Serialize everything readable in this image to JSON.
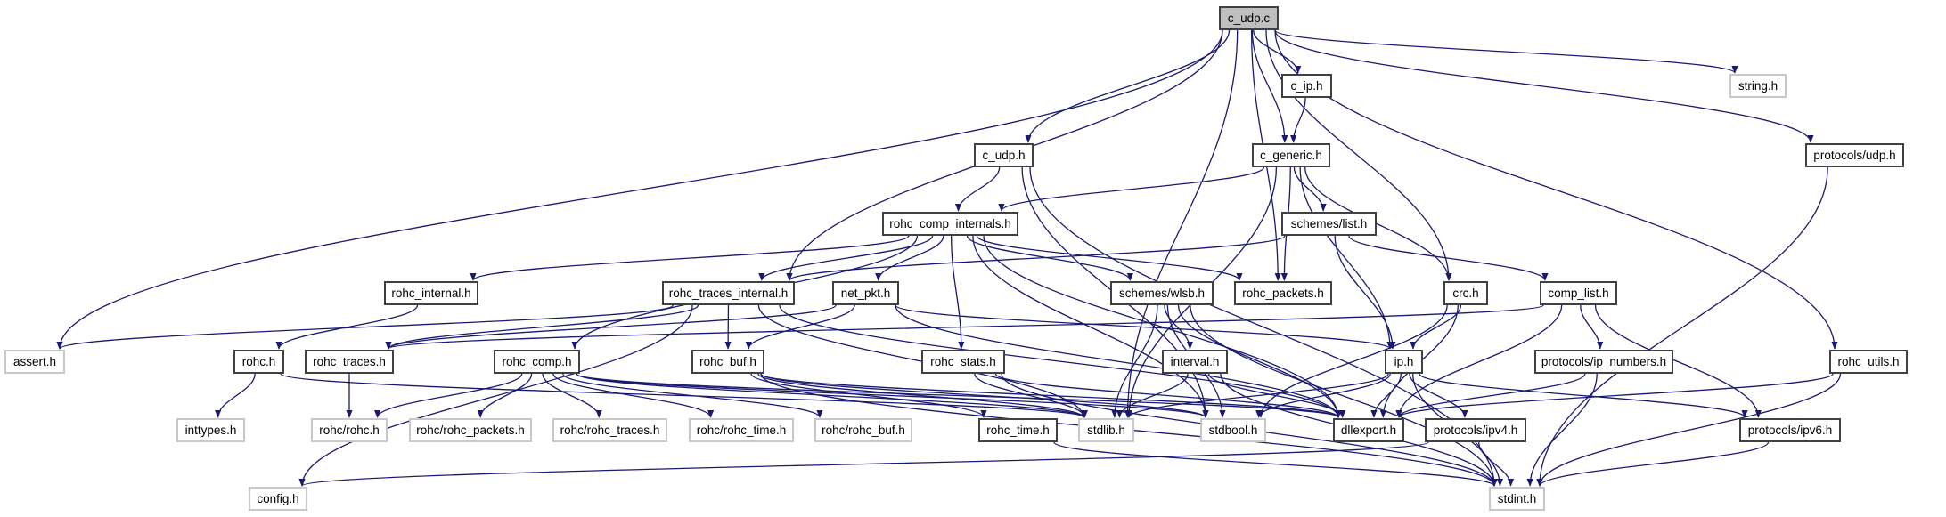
{
  "colors": {
    "edge": "#191970",
    "root_fill": "#bfbfbf",
    "node_border": "#404040",
    "external_border": "#c8c8c8"
  },
  "nodes": [
    {
      "id": "c_udp_c",
      "label": "c_udp.c",
      "kind": "root"
    },
    {
      "id": "c_ip_h",
      "label": "c_ip.h",
      "kind": "doc"
    },
    {
      "id": "string_h",
      "label": "string.h",
      "kind": "ext"
    },
    {
      "id": "c_udp_h",
      "label": "c_udp.h",
      "kind": "doc"
    },
    {
      "id": "c_generic_h",
      "label": "c_generic.h",
      "kind": "doc"
    },
    {
      "id": "protocols_udp_h",
      "label": "protocols/udp.h",
      "kind": "doc"
    },
    {
      "id": "rohc_comp_internals_h",
      "label": "rohc_comp_internals.h",
      "kind": "doc"
    },
    {
      "id": "schemes_list_h",
      "label": "schemes/list.h",
      "kind": "doc"
    },
    {
      "id": "rohc_internal_h",
      "label": "rohc_internal.h",
      "kind": "doc"
    },
    {
      "id": "rohc_traces_internal_h",
      "label": "rohc_traces_internal.h",
      "kind": "doc"
    },
    {
      "id": "net_pkt_h",
      "label": "net_pkt.h",
      "kind": "doc"
    },
    {
      "id": "schemes_wlsb_h",
      "label": "schemes/wlsb.h",
      "kind": "doc"
    },
    {
      "id": "rohc_packets_h",
      "label": "rohc_packets.h",
      "kind": "doc"
    },
    {
      "id": "crc_h",
      "label": "crc.h",
      "kind": "doc"
    },
    {
      "id": "comp_list_h",
      "label": "comp_list.h",
      "kind": "doc"
    },
    {
      "id": "assert_h",
      "label": "assert.h",
      "kind": "ext"
    },
    {
      "id": "rohc_h",
      "label": "rohc.h",
      "kind": "doc"
    },
    {
      "id": "rohc_traces_h",
      "label": "rohc_traces.h",
      "kind": "doc"
    },
    {
      "id": "rohc_comp_h",
      "label": "rohc_comp.h",
      "kind": "doc"
    },
    {
      "id": "rohc_buf_h",
      "label": "rohc_buf.h",
      "kind": "doc"
    },
    {
      "id": "rohc_stats_h",
      "label": "rohc_stats.h",
      "kind": "doc"
    },
    {
      "id": "interval_h",
      "label": "interval.h",
      "kind": "doc"
    },
    {
      "id": "ip_h",
      "label": "ip.h",
      "kind": "doc"
    },
    {
      "id": "protocols_ip_numbers_h",
      "label": "protocols/ip_numbers.h",
      "kind": "doc"
    },
    {
      "id": "rohc_utils_h",
      "label": "rohc_utils.h",
      "kind": "doc"
    },
    {
      "id": "inttypes_h",
      "label": "inttypes.h",
      "kind": "ext"
    },
    {
      "id": "rohc_rohc_h",
      "label": "rohc/rohc.h",
      "kind": "ext"
    },
    {
      "id": "rohc_rohc_packets_h",
      "label": "rohc/rohc_packets.h",
      "kind": "ext"
    },
    {
      "id": "rohc_rohc_traces_h",
      "label": "rohc/rohc_traces.h",
      "kind": "ext"
    },
    {
      "id": "rohc_rohc_time_h",
      "label": "rohc/rohc_time.h",
      "kind": "ext"
    },
    {
      "id": "rohc_rohc_buf_h",
      "label": "rohc/rohc_buf.h",
      "kind": "ext"
    },
    {
      "id": "rohc_time_h",
      "label": "rohc_time.h",
      "kind": "doc"
    },
    {
      "id": "stdlib_h",
      "label": "stdlib.h",
      "kind": "ext"
    },
    {
      "id": "stdbool_h",
      "label": "stdbool.h",
      "kind": "ext"
    },
    {
      "id": "dllexport_h",
      "label": "dllexport.h",
      "kind": "doc"
    },
    {
      "id": "protocols_ipv4_h",
      "label": "protocols/ipv4.h",
      "kind": "doc"
    },
    {
      "id": "protocols_ipv6_h",
      "label": "protocols/ipv6.h",
      "kind": "doc"
    },
    {
      "id": "config_h",
      "label": "config.h",
      "kind": "ext"
    },
    {
      "id": "stdint_h",
      "label": "stdint.h",
      "kind": "ext"
    }
  ],
  "edges": [
    [
      "c_udp_c",
      "c_udp_h"
    ],
    [
      "c_udp_c",
      "c_ip_h"
    ],
    [
      "c_udp_c",
      "c_generic_h"
    ],
    [
      "c_udp_c",
      "rohc_traces_internal_h"
    ],
    [
      "c_udp_c",
      "rohc_packets_h"
    ],
    [
      "c_udp_c",
      "crc_h"
    ],
    [
      "c_udp_c",
      "rohc_utils_h"
    ],
    [
      "c_udp_c",
      "protocols_udp_h"
    ],
    [
      "c_udp_c",
      "string_h"
    ],
    [
      "c_udp_c",
      "assert_h"
    ],
    [
      "c_udp_c",
      "stdlib_h"
    ],
    [
      "c_ip_h",
      "c_generic_h"
    ],
    [
      "c_udp_h",
      "rohc_comp_internals_h"
    ],
    [
      "c_udp_h",
      "stdbool_h"
    ],
    [
      "c_udp_h",
      "stdint_h"
    ],
    [
      "c_generic_h",
      "rohc_comp_internals_h"
    ],
    [
      "c_generic_h",
      "stdlib_h"
    ],
    [
      "c_generic_h",
      "rohc_packets_h"
    ],
    [
      "c_generic_h",
      "schemes_list_h"
    ],
    [
      "c_generic_h",
      "ip_h"
    ],
    [
      "c_generic_h",
      "crc_h"
    ],
    [
      "protocols_udp_h",
      "stdint_h"
    ],
    [
      "rohc_comp_internals_h",
      "rohc_internal_h"
    ],
    [
      "rohc_comp_internals_h",
      "rohc_traces_internal_h"
    ],
    [
      "rohc_comp_internals_h",
      "rohc_comp_h"
    ],
    [
      "rohc_comp_internals_h",
      "net_pkt_h"
    ],
    [
      "rohc_comp_internals_h",
      "rohc_stats_h"
    ],
    [
      "rohc_comp_internals_h",
      "stdbool_h"
    ],
    [
      "rohc_comp_internals_h",
      "schemes_wlsb_h"
    ],
    [
      "rohc_comp_internals_h",
      "rohc_packets_h"
    ],
    [
      "rohc_comp_internals_h",
      "dllexport_h"
    ],
    [
      "schemes_list_h",
      "rohc_traces_internal_h"
    ],
    [
      "schemes_list_h",
      "ip_h"
    ],
    [
      "schemes_list_h",
      "comp_list_h"
    ],
    [
      "rohc_internal_h",
      "rohc_h"
    ],
    [
      "rohc_traces_internal_h",
      "assert_h"
    ],
    [
      "rohc_traces_internal_h",
      "config_h"
    ],
    [
      "rohc_traces_internal_h",
      "rohc_traces_h"
    ],
    [
      "rohc_traces_internal_h",
      "rohc_buf_h"
    ],
    [
      "rohc_traces_internal_h",
      "stdlib_h"
    ],
    [
      "rohc_traces_internal_h",
      "dllexport_h"
    ],
    [
      "net_pkt_h",
      "rohc_traces_h"
    ],
    [
      "net_pkt_h",
      "rohc_buf_h"
    ],
    [
      "net_pkt_h",
      "ip_h"
    ],
    [
      "net_pkt_h",
      "dllexport_h"
    ],
    [
      "schemes_wlsb_h",
      "interval_h"
    ],
    [
      "schemes_wlsb_h",
      "stdbool_h"
    ],
    [
      "schemes_wlsb_h",
      "stdint_h"
    ],
    [
      "schemes_wlsb_h",
      "dllexport_h"
    ],
    [
      "schemes_wlsb_h",
      "stdlib_h"
    ],
    [
      "crc_h",
      "ip_h"
    ],
    [
      "crc_h",
      "dllexport_h"
    ],
    [
      "crc_h",
      "stdbool_h"
    ],
    [
      "comp_list_h",
      "protocols_ip_numbers_h"
    ],
    [
      "comp_list_h",
      "protocols_ipv6_h"
    ],
    [
      "comp_list_h",
      "dllexport_h"
    ],
    [
      "comp_list_h",
      "rohc_traces_h"
    ],
    [
      "rohc_h",
      "inttypes_h"
    ],
    [
      "rohc_h",
      "stdlib_h"
    ],
    [
      "rohc_traces_h",
      "rohc_rohc_h"
    ],
    [
      "rohc_comp_h",
      "rohc_rohc_h"
    ],
    [
      "rohc_comp_h",
      "rohc_rohc_packets_h"
    ],
    [
      "rohc_comp_h",
      "rohc_rohc_traces_h"
    ],
    [
      "rohc_comp_h",
      "rohc_rohc_time_h"
    ],
    [
      "rohc_comp_h",
      "rohc_rohc_buf_h"
    ],
    [
      "rohc_comp_h",
      "stdlib_h"
    ],
    [
      "rohc_comp_h",
      "stdbool_h"
    ],
    [
      "rohc_comp_h",
      "dllexport_h"
    ],
    [
      "rohc_buf_h",
      "stdlib_h"
    ],
    [
      "rohc_buf_h",
      "stdbool_h"
    ],
    [
      "rohc_buf_h",
      "stdint_h"
    ],
    [
      "rohc_buf_h",
      "dllexport_h"
    ],
    [
      "rohc_buf_h",
      "rohc_time_h"
    ],
    [
      "rohc_stats_h",
      "stdlib_h"
    ],
    [
      "rohc_stats_h",
      "stdint_h"
    ],
    [
      "rohc_stats_h",
      "dllexport_h"
    ],
    [
      "interval_h",
      "stdlib_h"
    ],
    [
      "interval_h",
      "stdint_h"
    ],
    [
      "interval_h",
      "dllexport_h"
    ],
    [
      "ip_h",
      "dllexport_h"
    ],
    [
      "ip_h",
      "protocols_ipv4_h"
    ],
    [
      "ip_h",
      "protocols_ipv6_h"
    ],
    [
      "ip_h",
      "stdint_h"
    ],
    [
      "ip_h",
      "stdlib_h"
    ],
    [
      "ip_h",
      "stdbool_h"
    ],
    [
      "rohc_utils_h",
      "dllexport_h"
    ],
    [
      "rohc_utils_h",
      "stdint_h"
    ],
    [
      "protocols_ip_numbers_h",
      "dllexport_h"
    ],
    [
      "protocols_ip_numbers_h",
      "stdint_h"
    ],
    [
      "protocols_ipv4_h",
      "stdint_h"
    ],
    [
      "protocols_ipv4_h",
      "config_h"
    ],
    [
      "protocols_ipv6_h",
      "stdint_h"
    ],
    [
      "rohc_time_h",
      "stdint_h"
    ]
  ]
}
